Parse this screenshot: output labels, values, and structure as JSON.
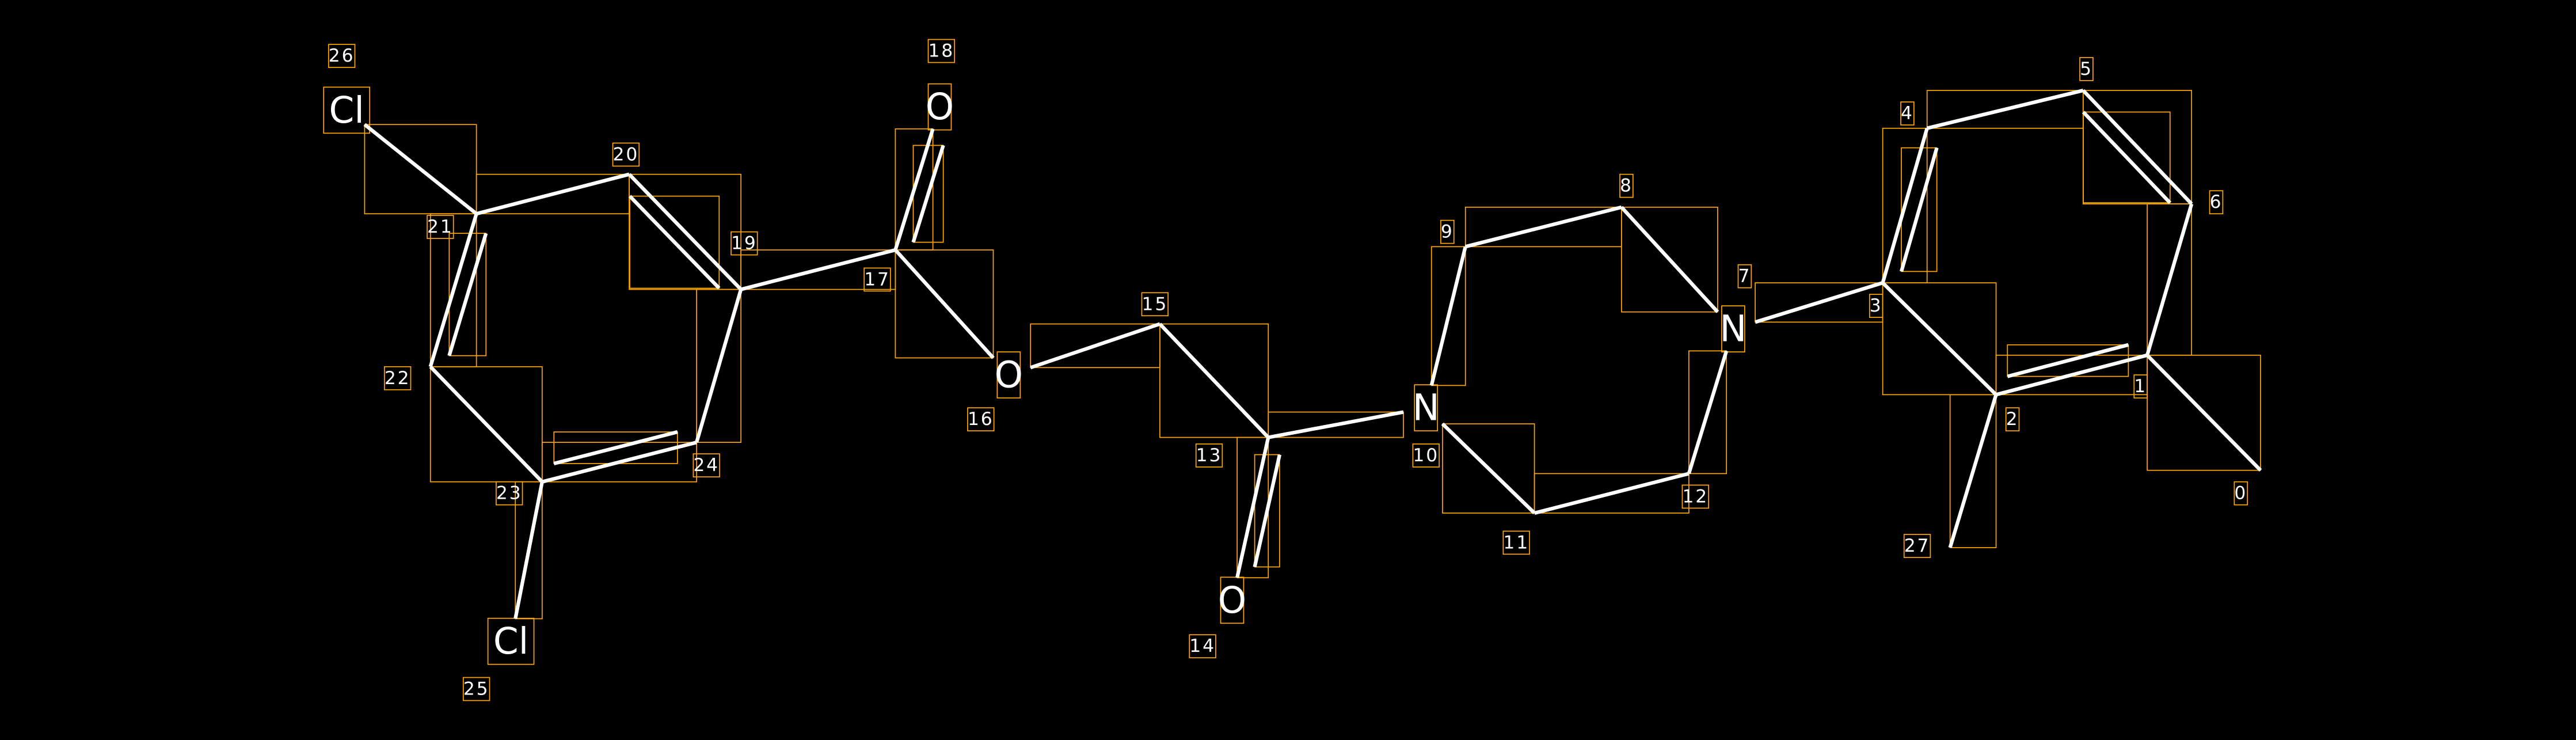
{
  "colors": {
    "background": "#000000",
    "bond": "#FFFFFF",
    "box": "#FFA500"
  },
  "atoms": [
    {
      "index": "0",
      "element": ""
    },
    {
      "index": "1",
      "element": ""
    },
    {
      "index": "2",
      "element": ""
    },
    {
      "index": "3",
      "element": ""
    },
    {
      "index": "4",
      "element": ""
    },
    {
      "index": "5",
      "element": ""
    },
    {
      "index": "6",
      "element": ""
    },
    {
      "index": "7",
      "element": "N"
    },
    {
      "index": "8",
      "element": ""
    },
    {
      "index": "9",
      "element": ""
    },
    {
      "index": "10",
      "element": "N"
    },
    {
      "index": "11",
      "element": ""
    },
    {
      "index": "12",
      "element": ""
    },
    {
      "index": "13",
      "element": ""
    },
    {
      "index": "14",
      "element": "O"
    },
    {
      "index": "15",
      "element": ""
    },
    {
      "index": "16",
      "element": "O"
    },
    {
      "index": "17",
      "element": ""
    },
    {
      "index": "18",
      "element": "O"
    },
    {
      "index": "19",
      "element": ""
    },
    {
      "index": "20",
      "element": ""
    },
    {
      "index": "21",
      "element": ""
    },
    {
      "index": "22",
      "element": ""
    },
    {
      "index": "23",
      "element": ""
    },
    {
      "index": "24",
      "element": ""
    },
    {
      "index": "25",
      "element": "Cl"
    },
    {
      "index": "26",
      "element": "Cl"
    },
    {
      "index": "27",
      "element": ""
    }
  ]
}
